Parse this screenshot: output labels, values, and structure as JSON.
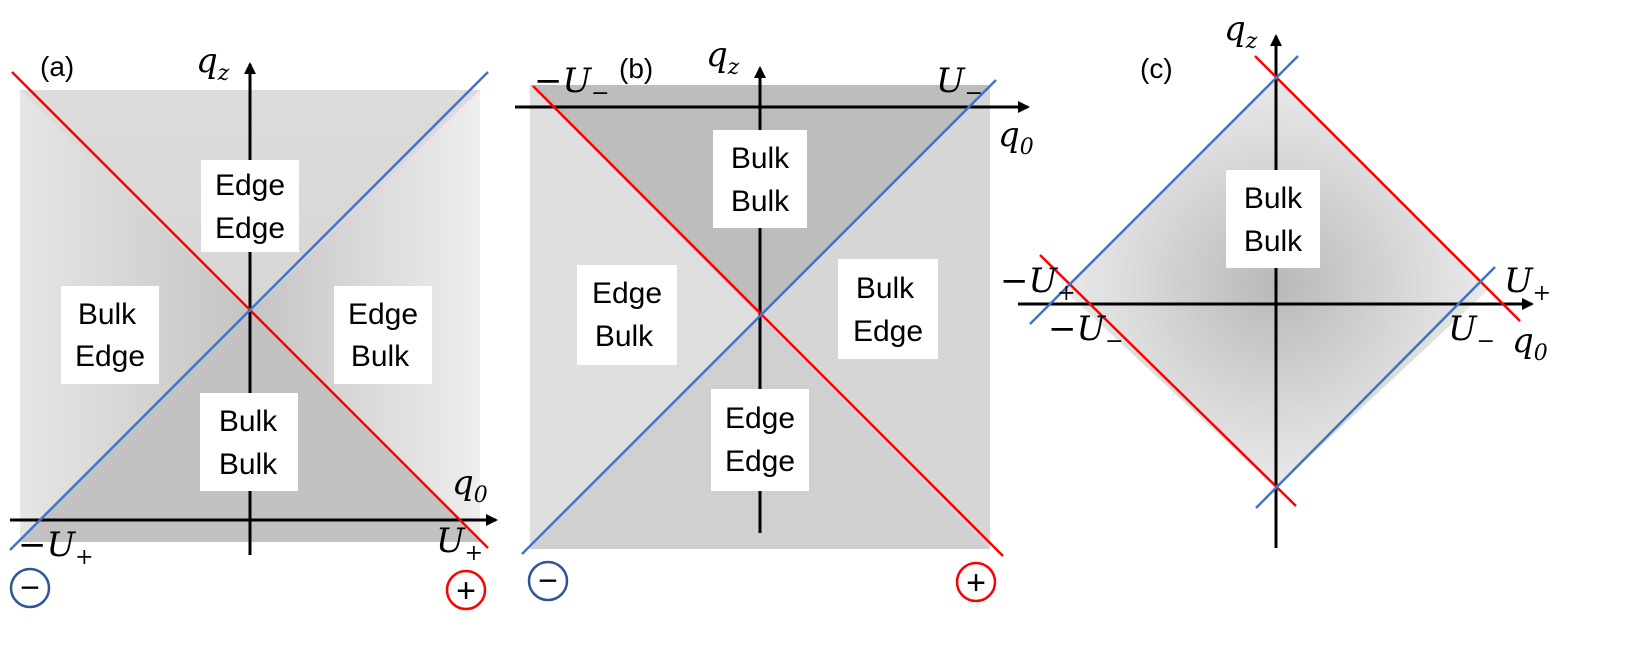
{
  "panels": {
    "a": {
      "tag": "(a)",
      "axis_vertical": "q",
      "axis_vertical_sub": "z",
      "axis_horizontal": "q",
      "axis_horizontal_sub": "0",
      "left_label": "−U",
      "left_label_sub": "+",
      "right_label": "U",
      "right_label_sub": "+",
      "regions": {
        "top": [
          "Edge",
          "Edge"
        ],
        "left": [
          "Bulk",
          "Edge"
        ],
        "right": [
          "Edge",
          "Bulk"
        ],
        "bottom": [
          "Bulk",
          "Bulk"
        ]
      },
      "minus_sign": "−",
      "plus_sign": "+"
    },
    "b": {
      "tag": "(b)",
      "axis_vertical": "q",
      "axis_vertical_sub": "z",
      "axis_horizontal": "q",
      "axis_horizontal_sub": "0",
      "left_label": "−U",
      "left_label_sub": "−",
      "right_label": "U",
      "right_label_sub": "−",
      "regions": {
        "top": [
          "Bulk",
          "Bulk"
        ],
        "left": [
          "Edge",
          "Bulk"
        ],
        "right": [
          "Bulk",
          "Edge"
        ],
        "bottom": [
          "Edge",
          "Edge"
        ]
      },
      "minus_sign": "−",
      "plus_sign": "+"
    },
    "c": {
      "tag": "(c)",
      "axis_vertical": "q",
      "axis_vertical_sub": "z",
      "axis_horizontal": "q",
      "axis_horizontal_sub": "0",
      "upper_left_label": "−U",
      "upper_left_label_sub": "+",
      "lower_left_label": "−U",
      "lower_left_label_sub": "−",
      "upper_right_label": "U",
      "upper_right_label_sub": "+",
      "lower_right_label": "U",
      "lower_right_label_sub": "−",
      "regions": {
        "top": [
          "Bulk",
          "Bulk"
        ]
      }
    }
  },
  "colors": {
    "red_line": "#ff0000",
    "blue_line": "#4472c4",
    "dark_gray": "#c0c0c0",
    "light_gray": "#e8e8e8"
  }
}
